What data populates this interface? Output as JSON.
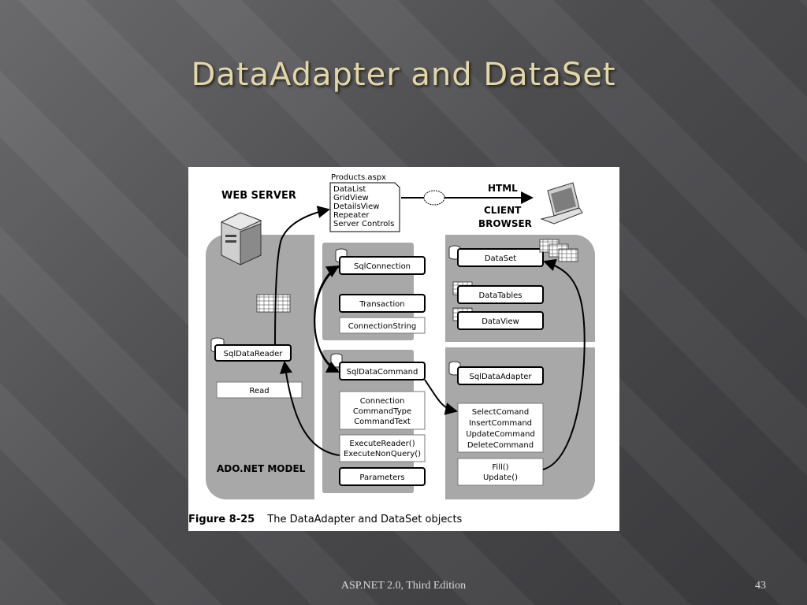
{
  "slide": {
    "title": "DataAdapter and DataSet",
    "footer": "ASP.NET 2.0, Third Edition",
    "page_number": "43"
  },
  "figure": {
    "label": "Figure 8-25",
    "caption": "The DataAdapter and DataSet objects",
    "web_server": "WEB SERVER",
    "client_browser": [
      "CLIENT",
      "BROWSER"
    ],
    "html_label": "HTML",
    "products_page": {
      "title": "Products.aspx",
      "items": [
        "DataList",
        "GridView",
        "DetailsView",
        "Repeater",
        "Server Controls"
      ]
    },
    "connection_box": {
      "sql_connection": "SqlConnection",
      "transaction": "Transaction",
      "connection_string": "ConnectionString"
    },
    "reader": {
      "sql_data_reader": "SqlDataReader",
      "read": "Read"
    },
    "command_box": {
      "sql_data_command": "SqlDataCommand",
      "properties": [
        "Connection",
        "CommandType",
        "CommandText"
      ],
      "methods": [
        "ExecuteReader()",
        "ExecuteNonQuery()"
      ],
      "parameters": "Parameters"
    },
    "dataset_box": {
      "dataset": "DataSet",
      "data_tables": "DataTables",
      "data_view": "DataView"
    },
    "adapter_box": {
      "sql_data_adapter": "SqlDataAdapter",
      "commands": [
        "SelectComand",
        "InsertCommand",
        "UpdateCommand",
        "DeleteCommand"
      ],
      "methods": [
        "Fill()",
        "Update()"
      ]
    },
    "model_label": "ADO.NET MODEL"
  },
  "colors": {
    "title": "#e3d7a6",
    "panel_gray": "#a8a8a8",
    "background_dark": "#4f4f52"
  },
  "icons": [
    "database-icon",
    "server-icon",
    "laptop-icon",
    "cloud-icon",
    "grid-table-icon"
  ]
}
